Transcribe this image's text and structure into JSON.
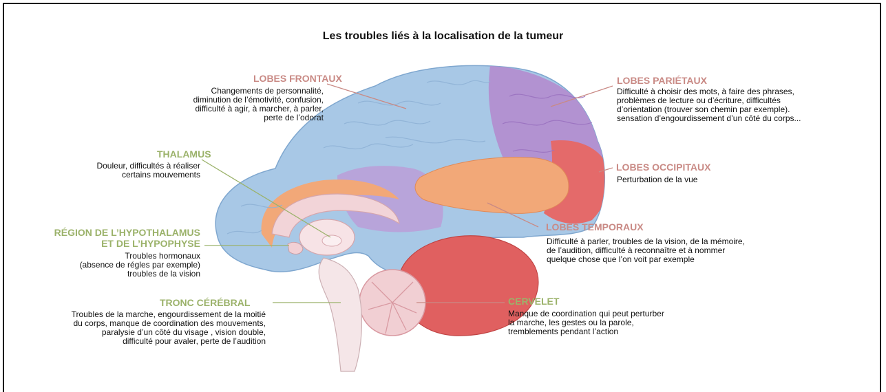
{
  "title": "Les troubles liés à la localisation de la tumeur",
  "colors": {
    "frontal": "#a8c8e6",
    "parietal": "#b28fd0",
    "occipital": "#e46a6a",
    "temporal": "#f2a878",
    "cerebellum": "#e06060",
    "pink_label": "#c98a85",
    "green_label": "#9bb26a"
  },
  "regions": {
    "frontal": {
      "title": "LOBES FRONTAUX",
      "lines": [
        "Changements de personnalité,",
        "diminution de l’émotivité, confusion,",
        "difficulté à agir, à marcher, à parler,",
        "perte de l’odorat"
      ]
    },
    "parietal": {
      "title": "LOBES PARIÉTAUX",
      "lines": [
        "Difficulté à choisir des mots, à faire des phrases,",
        "problèmes de lecture ou d’écriture, difficultés",
        "d’orientation (trouver son chemin par exemple).",
        "sensation d’engourdissement d’un côté du corps..."
      ]
    },
    "thalamus": {
      "title": "THALAMUS",
      "lines": [
        "Douleur, difficultés à réaliser",
        "certains mouvements"
      ]
    },
    "occipital": {
      "title": "LOBES OCCIPITAUX",
      "lines": [
        "Perturbation de la vue"
      ]
    },
    "temporal": {
      "title": "LOBES TEMPORAUX",
      "lines": [
        "Difficulté à parler, troubles de la vision, de la mémoire,",
        "de l’audition, difficulté à reconnaître et à nommer",
        "quelque chose que l’on voit par exemple"
      ]
    },
    "hypothalamus": {
      "title1": "RÉGION DE L’HYPOTHALAMUS",
      "title2": "ET DE L’HYPOPHYSE",
      "lines": [
        "Troubles hormonaux",
        "(absence de régles par exemple)",
        "troubles de la vision"
      ]
    },
    "brainstem": {
      "title": "TRONC CÉRÉBRAL",
      "lines": [
        "Troubles de la marche, engourdissement de la moitié",
        "du corps, manque de coordination des mouvements,",
        "paralysie d’un côté du visage , vision double,",
        "difficulté pour avaler, perte de l’audition"
      ]
    },
    "cerebellum": {
      "title": "CERVELET",
      "lines": [
        "Manque de coordination qui peut perturber",
        "la marche, les gestes ou la parole,",
        "tremblements pendant l’action"
      ]
    }
  }
}
